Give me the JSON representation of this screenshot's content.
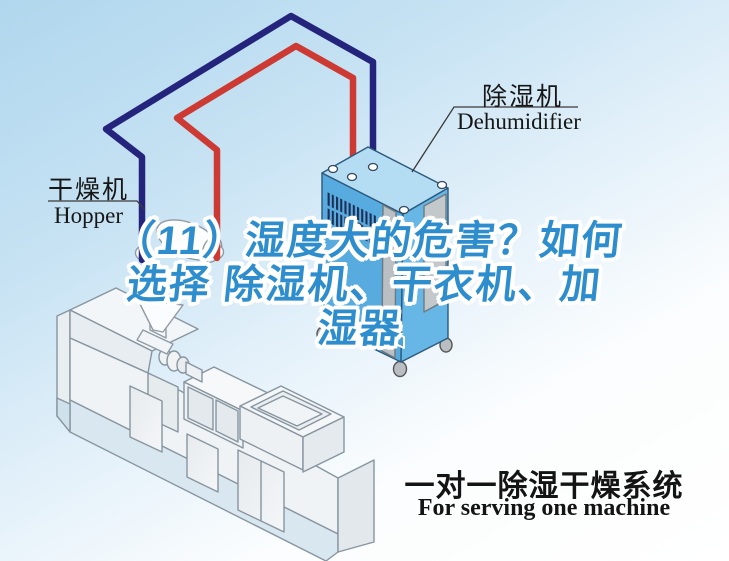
{
  "diagram": {
    "hopper_label": {
      "zh": "干燥机",
      "en": "Hopper"
    },
    "dehumidifier_label": {
      "zh": "除湿机",
      "en": "Dehumidifier"
    },
    "pipes": {
      "outbound_color": "#24247c",
      "return_color": "#cc3a33"
    },
    "dehumidifier_unit": {
      "body_color": "#57abdf",
      "top_color": "#b4ddf3",
      "panel_color": "#c3c8cb"
    },
    "molding_machine": {
      "body_color": "#f2f5f7",
      "plinth_color": "#d9e8f0"
    },
    "background": {
      "top": "#b0d7ee",
      "bottom": "#ffffff"
    }
  },
  "overlay_title": {
    "line1": "（11）湿度大的危害？如何",
    "line2": "选择 除湿机、干衣机、加",
    "line3": "湿器",
    "color": "#2e8ecd"
  },
  "caption": {
    "zh": "一对一除湿干燥系统",
    "en": "For serving one machine"
  }
}
